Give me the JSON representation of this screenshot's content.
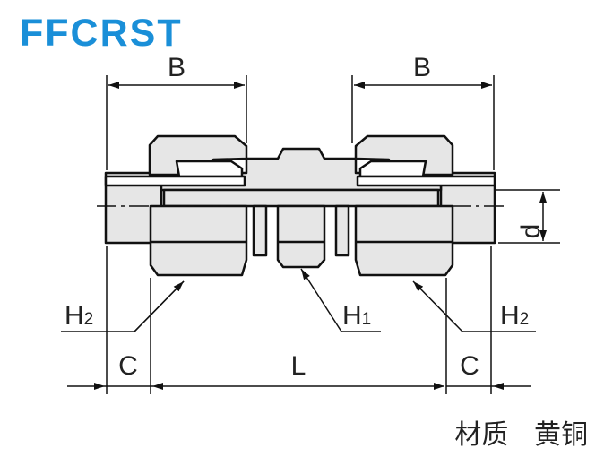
{
  "title": {
    "text": "FFCRST",
    "color": "#1a8fd8"
  },
  "dimensions": {
    "b_left": "B",
    "b_right": "B",
    "d": "d",
    "c_left": "C",
    "c_right": "C",
    "l": "L"
  },
  "callouts": {
    "h2_left": {
      "main": "H",
      "sub": "2"
    },
    "h1": {
      "main": "H",
      "sub": "1"
    },
    "h2_right": {
      "main": "H",
      "sub": "2"
    }
  },
  "material": {
    "label": "材质",
    "value": "黄铜"
  },
  "colors": {
    "body_fill": "#e6e6e6",
    "stroke": "#111111"
  }
}
